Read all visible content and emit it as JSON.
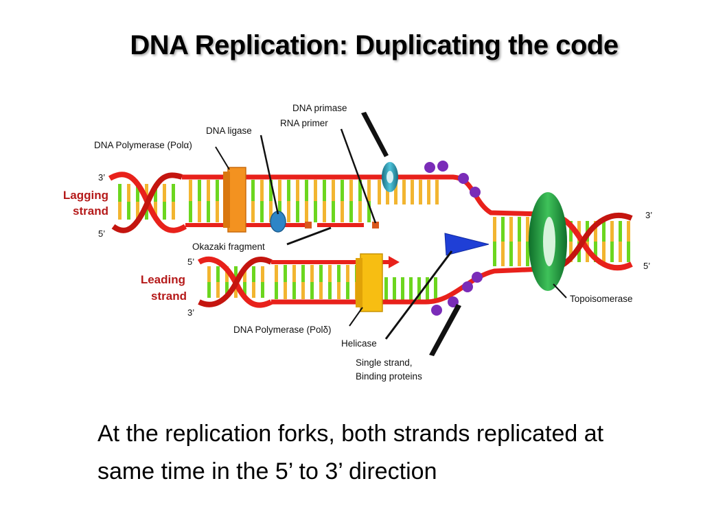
{
  "title": "DNA Replication:  Duplicating the code",
  "caption": "At the replication forks, both strands replicated at same time in the 5’ to 3’ direction",
  "labels": {
    "dna_primase": "DNA primase",
    "rna_primer": "RNA primer",
    "dna_ligase": "DNA ligase",
    "dna_polymerase_alpha": "DNA Polymerase (Polα)",
    "okazaki_fragment": "Okazaki fragment",
    "dna_polymerase_delta": "DNA Polymerase (Polδ)",
    "helicase": "Helicase",
    "ssb_line1": "Single strand,",
    "ssb_line2": "Binding proteins",
    "topoisomerase": "Topoisomerase",
    "lagging_line1": "Lagging",
    "lagging_line2": "strand",
    "leading_line1": "Leading",
    "leading_line2": "strand"
  },
  "ends": {
    "lagging_top": "3’",
    "lagging_bottom": "5’",
    "leading_top": "5’",
    "leading_bottom": "3’",
    "right_top": "3’",
    "right_bottom": "5’"
  },
  "colors": {
    "backbone": "#e8211b",
    "base_yellow": "#f2b530",
    "base_green": "#6cd61f",
    "polymerase_alpha": "#f39220",
    "polymerase_delta": "#f7be12",
    "primase": "#2a9ab3",
    "ligase": "#2e85c6",
    "helicase": "#1f3fd6",
    "topoisomerase": "#1f9a3c",
    "ssb": "#7a2cb8",
    "primer": "#d9581c",
    "strand_label": "#b51a1a"
  }
}
